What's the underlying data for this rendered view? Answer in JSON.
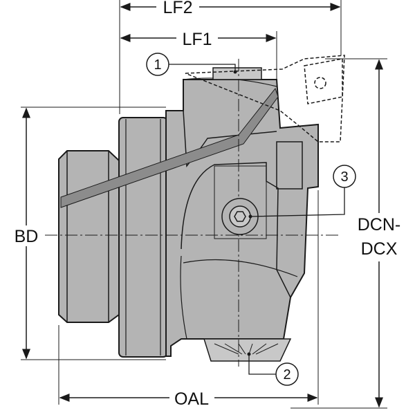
{
  "dimensions": {
    "lf2": "LF2",
    "lf1": "LF1",
    "bd": "BD",
    "dcn": "DCN-",
    "dcx": "DCX",
    "oal": "OAL"
  },
  "callouts": [
    "1",
    "2",
    "3"
  ],
  "colors": {
    "body": "#b4b4b4",
    "body_dark": "#9a9a9a",
    "line": "#1a1a1a",
    "coolant_band": "#8c8c8c"
  }
}
